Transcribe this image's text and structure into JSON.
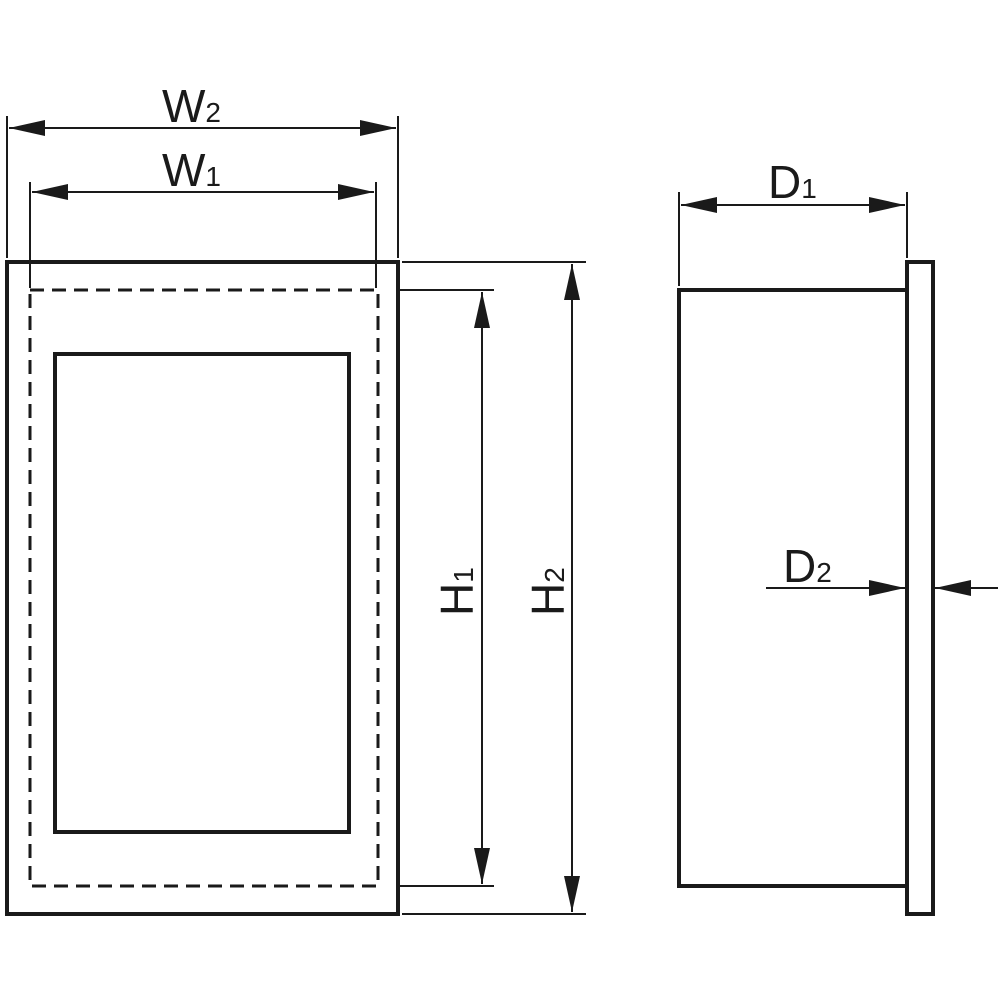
{
  "front_view": {
    "width_outer_label": "W",
    "width_outer_index": "2",
    "width_inner_label": "W",
    "width_inner_index": "1",
    "height_inner_label": "H",
    "height_inner_index": "1",
    "height_outer_label": "H",
    "height_outer_index": "2"
  },
  "side_view": {
    "depth_body_label": "D",
    "depth_body_index": "1",
    "depth_flange_label": "D",
    "depth_flange_index": "2"
  },
  "colors": {
    "line": "#1a1a1a",
    "background": "#ffffff"
  }
}
